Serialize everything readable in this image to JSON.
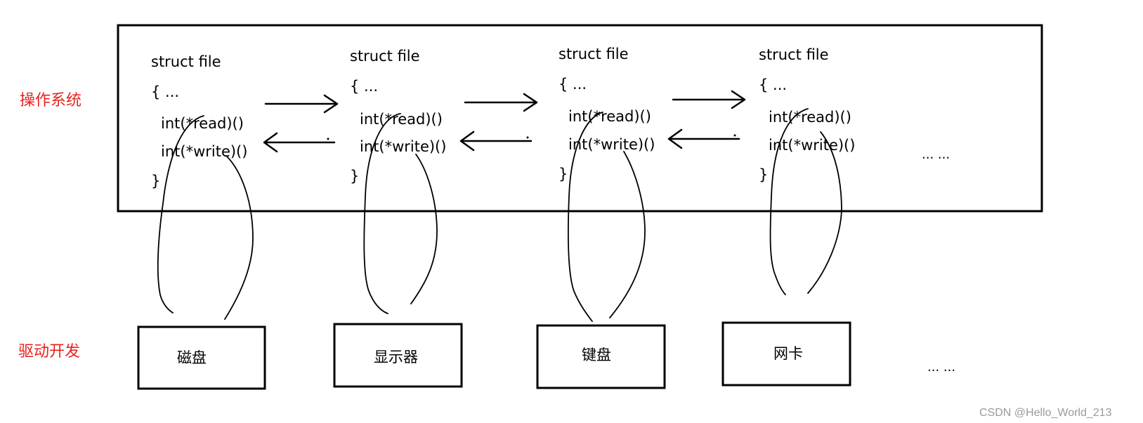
{
  "layers": {
    "os_label": "操作系统",
    "driver_label": "驱动开发"
  },
  "structs": [
    {
      "title": "struct file",
      "open": "{ ...",
      "read": "int(*read)()",
      "write": "int(*write)()",
      "close": "}"
    },
    {
      "title": "struct file",
      "open": "{ ...",
      "read": "int(*read)()",
      "write": "int(*write)()",
      "close": "}"
    },
    {
      "title": "struct file",
      "open": "{ ...",
      "read": "int(*read)()",
      "write": "int(*write)()",
      "close": "}"
    },
    {
      "title": "struct file",
      "open": "{ ...",
      "read": "int(*read)()",
      "write": "int(*write)()",
      "close": "}"
    }
  ],
  "struct_more": "... ...",
  "devices": [
    "磁盘",
    "显示器",
    "键盘",
    "网卡"
  ],
  "device_more": "... ...",
  "watermark": "CSDN @Hello_World_213"
}
